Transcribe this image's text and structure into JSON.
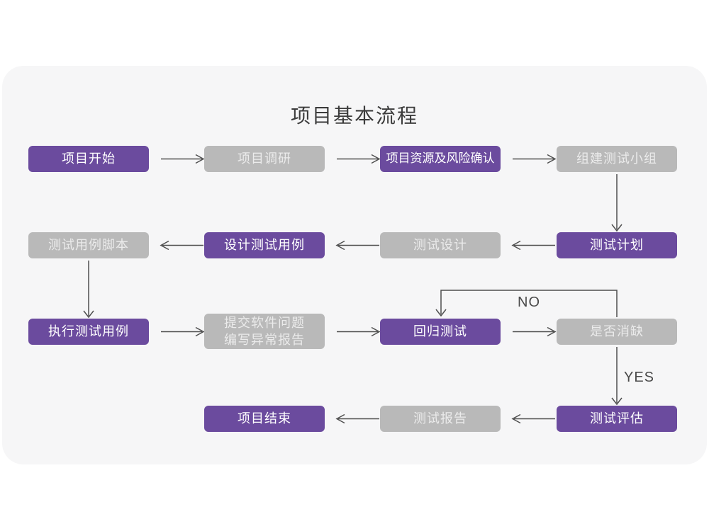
{
  "title": "项目基本流程",
  "edge_labels": {
    "no": "NO",
    "yes": "YES"
  },
  "colors": {
    "accent_purple": "#6b4b9e",
    "neutral_gray": "#b9b9b9",
    "card_background": "#f6f6f7",
    "arrow": "#4f4f4f",
    "title_text": "#3c3c3c"
  },
  "nodes": [
    {
      "label": "项目开始",
      "variant": "purple"
    },
    {
      "label": "项目调研",
      "variant": "gray"
    },
    {
      "label": "项目资源及风险确认",
      "variant": "purple"
    },
    {
      "label": "组建测试小组",
      "variant": "gray"
    },
    {
      "label": "测试计划",
      "variant": "purple"
    },
    {
      "label": "测试设计",
      "variant": "gray"
    },
    {
      "label": "设计测试用例",
      "variant": "purple"
    },
    {
      "label": "测试用例脚本",
      "variant": "gray"
    },
    {
      "label": "执行测试用例",
      "variant": "purple"
    },
    {
      "label": "提交软件问题\n编写异常报告",
      "variant": "gray"
    },
    {
      "label": "回归测试",
      "variant": "purple"
    },
    {
      "label": "是否消缺",
      "variant": "gray"
    },
    {
      "label": "测试评估",
      "variant": "purple"
    },
    {
      "label": "测试报告",
      "variant": "gray"
    },
    {
      "label": "项目结束",
      "variant": "purple"
    }
  ]
}
